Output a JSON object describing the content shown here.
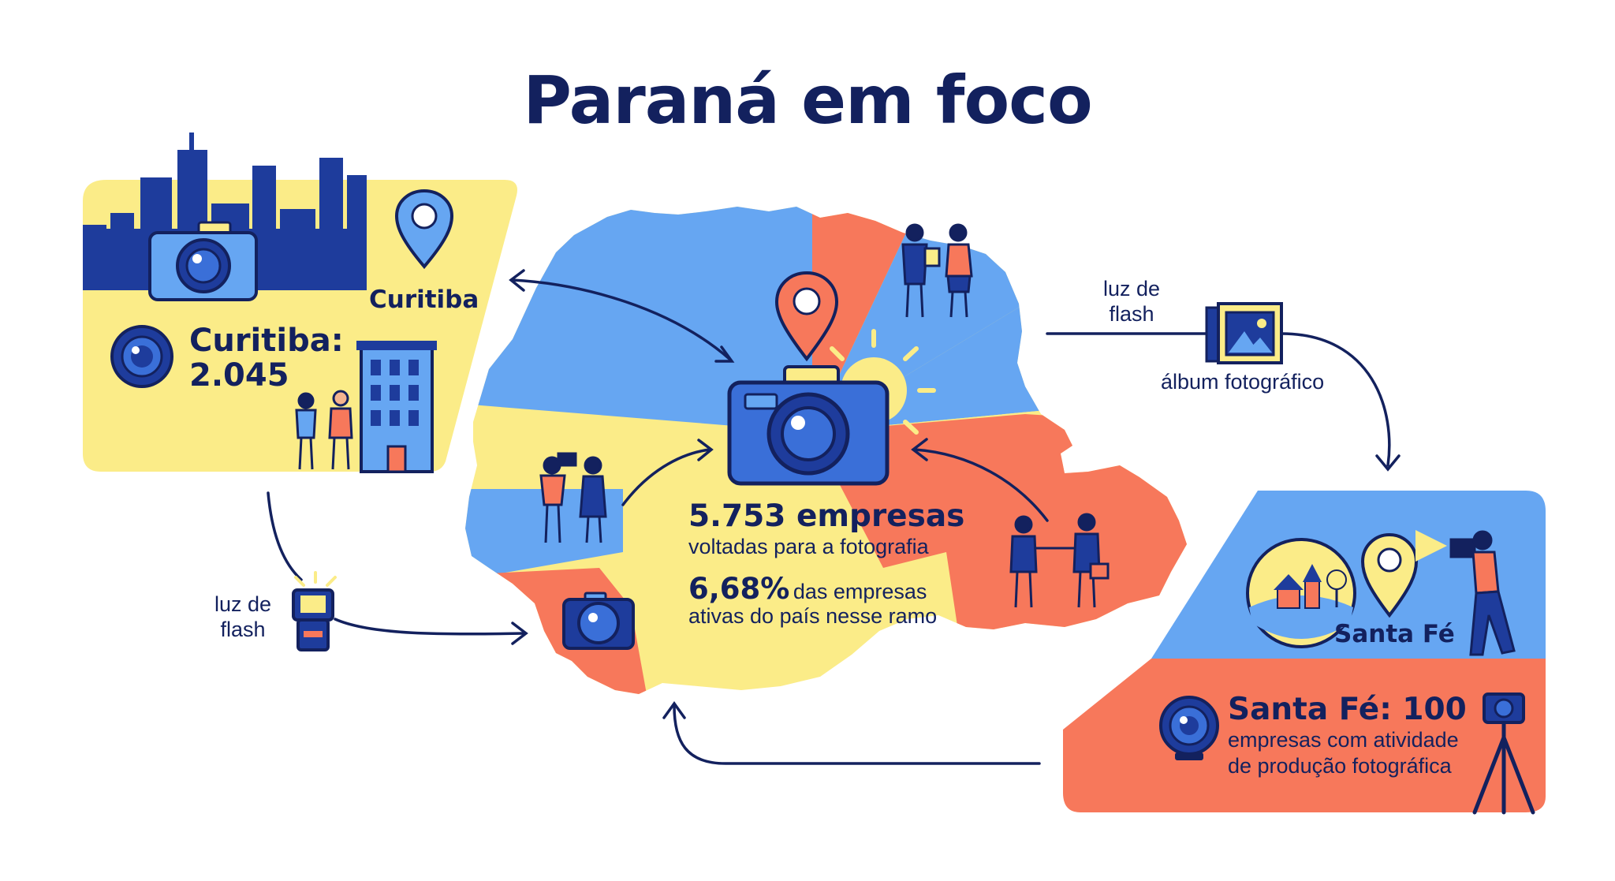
{
  "title": "Paraná em foco",
  "curitiba": {
    "pin_label": "Curitiba",
    "stat_line1": "Curitiba:",
    "stat_line2": "2.045"
  },
  "center": {
    "companies": "5.753 empresas",
    "companies_desc": "voltadas para a fotografia",
    "percent": "6,68%",
    "percent_desc1": "das empresas",
    "percent_desc2": "ativas do país nesse ramo"
  },
  "flash_top": {
    "line1": "luz de",
    "line2": "flash"
  },
  "album": "álbum fotográfico",
  "flash_left": {
    "line1": "luz de",
    "line2": "flash"
  },
  "santa_fe": {
    "pin_label": "Santa Fé",
    "stat": "Santa Fé: 100",
    "desc1": "empresas com atividade",
    "desc2": "de produção fotográfica"
  },
  "colors": {
    "navy": "#13215e",
    "royal": "#1e3c9c",
    "sky": "#66a6f2",
    "yellow": "#fbec88",
    "coral": "#f7785b"
  }
}
